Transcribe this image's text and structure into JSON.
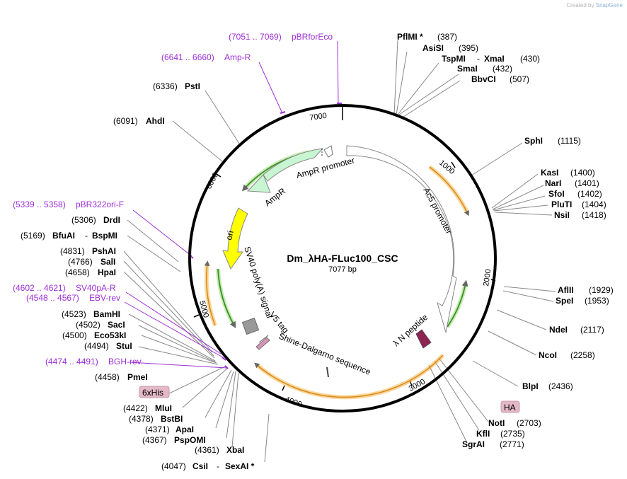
{
  "credit": {
    "prefix": "Created by",
    "brand": "SnapGene"
  },
  "plasmid": {
    "name": "Dm_λHA-FLuc100_CSC",
    "size": "7077 bp"
  },
  "ticks": [
    "1000",
    "2000",
    "3000",
    "4000",
    "5000",
    "6000",
    "7000"
  ],
  "enzymes": [
    {
      "name": "PflMI *",
      "pos": "(387)"
    },
    {
      "name": "AsiSI",
      "pos": "(395)"
    },
    {
      "name": "TspMI",
      "sep": "-",
      "name2": "XmaI",
      "pos": "(430)"
    },
    {
      "name": "SmaI",
      "pos": "(432)"
    },
    {
      "name": "BbvCI",
      "pos": "(507)"
    },
    {
      "name": "SphI",
      "pos": "(1115)"
    },
    {
      "name": "KasI",
      "pos": "(1400)"
    },
    {
      "name": "NarI",
      "pos": "(1401)"
    },
    {
      "name": "SfoI",
      "pos": "(1402)"
    },
    {
      "name": "PluTI",
      "pos": "(1404)"
    },
    {
      "name": "NsiI",
      "pos": "(1418)"
    },
    {
      "name": "AflII",
      "pos": "(1929)"
    },
    {
      "name": "SpeI",
      "pos": "(1953)"
    },
    {
      "name": "NdeI",
      "pos": "(2117)"
    },
    {
      "name": "NcoI",
      "pos": "(2258)"
    },
    {
      "name": "BlpI",
      "pos": "(2436)"
    },
    {
      "name": "NotI",
      "pos": "(2703)"
    },
    {
      "name": "KflI",
      "pos": "(2735)"
    },
    {
      "name": "SgrAI",
      "pos": "(2771)"
    },
    {
      "name": "CsiI",
      "sep": "-",
      "name2": "SexAI *",
      "pos": "(4047)"
    },
    {
      "name": "XbaI",
      "pos": "(4361)"
    },
    {
      "name": "PspOMI",
      "pos": "(4367)"
    },
    {
      "name": "ApaI",
      "pos": "(4371)"
    },
    {
      "name": "BstBI",
      "pos": "(4378)"
    },
    {
      "name": "MluI",
      "pos": "(4422)"
    },
    {
      "name": "PmeI",
      "pos": "(4458)"
    },
    {
      "name": "StuI",
      "pos": "(4494)"
    },
    {
      "name": "Eco53kI",
      "pos": "(4500)"
    },
    {
      "name": "SacI",
      "pos": "(4502)"
    },
    {
      "name": "BamHI",
      "pos": "(4523)"
    },
    {
      "name": "HpaI",
      "pos": "(4658)"
    },
    {
      "name": "SalI",
      "pos": "(4766)"
    },
    {
      "name": "PshAI",
      "pos": "(4831)"
    },
    {
      "name": "BfuAI",
      "sep": "-",
      "name2": "BspMI",
      "pos": "(5169)"
    },
    {
      "name": "DrdI",
      "pos": "(5306)"
    },
    {
      "name": "AhdI",
      "pos": "(6091)"
    },
    {
      "name": "PstI",
      "pos": "(6336)"
    }
  ],
  "primers": [
    {
      "name": "pBRforEco",
      "range": "(7051 .. 7069)"
    },
    {
      "name": "Amp-R",
      "range": "(6641 .. 6660)"
    },
    {
      "name": "pBR322ori-F",
      "range": "(5339 .. 5358)"
    },
    {
      "name": "SV40pA-R",
      "range": "(4602 .. 4621)"
    },
    {
      "name": "EBV-rev",
      "range": "(4548 .. 4567)"
    },
    {
      "name": "BGH-rev",
      "range": "(4474 .. 4491)"
    }
  ],
  "features": [
    {
      "name": "AmpR promoter"
    },
    {
      "name": "AmpR"
    },
    {
      "name": "Ac5 promoter"
    },
    {
      "name": "ori"
    },
    {
      "name": "SV40 poly(A) signal"
    },
    {
      "name": "V5 tag"
    },
    {
      "name": "Shine-Dalgarno sequence"
    },
    {
      "name": "λ N peptide"
    }
  ],
  "tags": [
    "6xHis",
    "HA"
  ],
  "colors": {
    "primer": "#9d2fd6",
    "orf": "#f5a623",
    "ampr": "#c8f5d2",
    "ori": "#ffff00",
    "peptide": "#8e2451",
    "v5": "#d697b6",
    "tag_bg": "#e3b8c7",
    "green_arrow": "#3e8d2a"
  }
}
